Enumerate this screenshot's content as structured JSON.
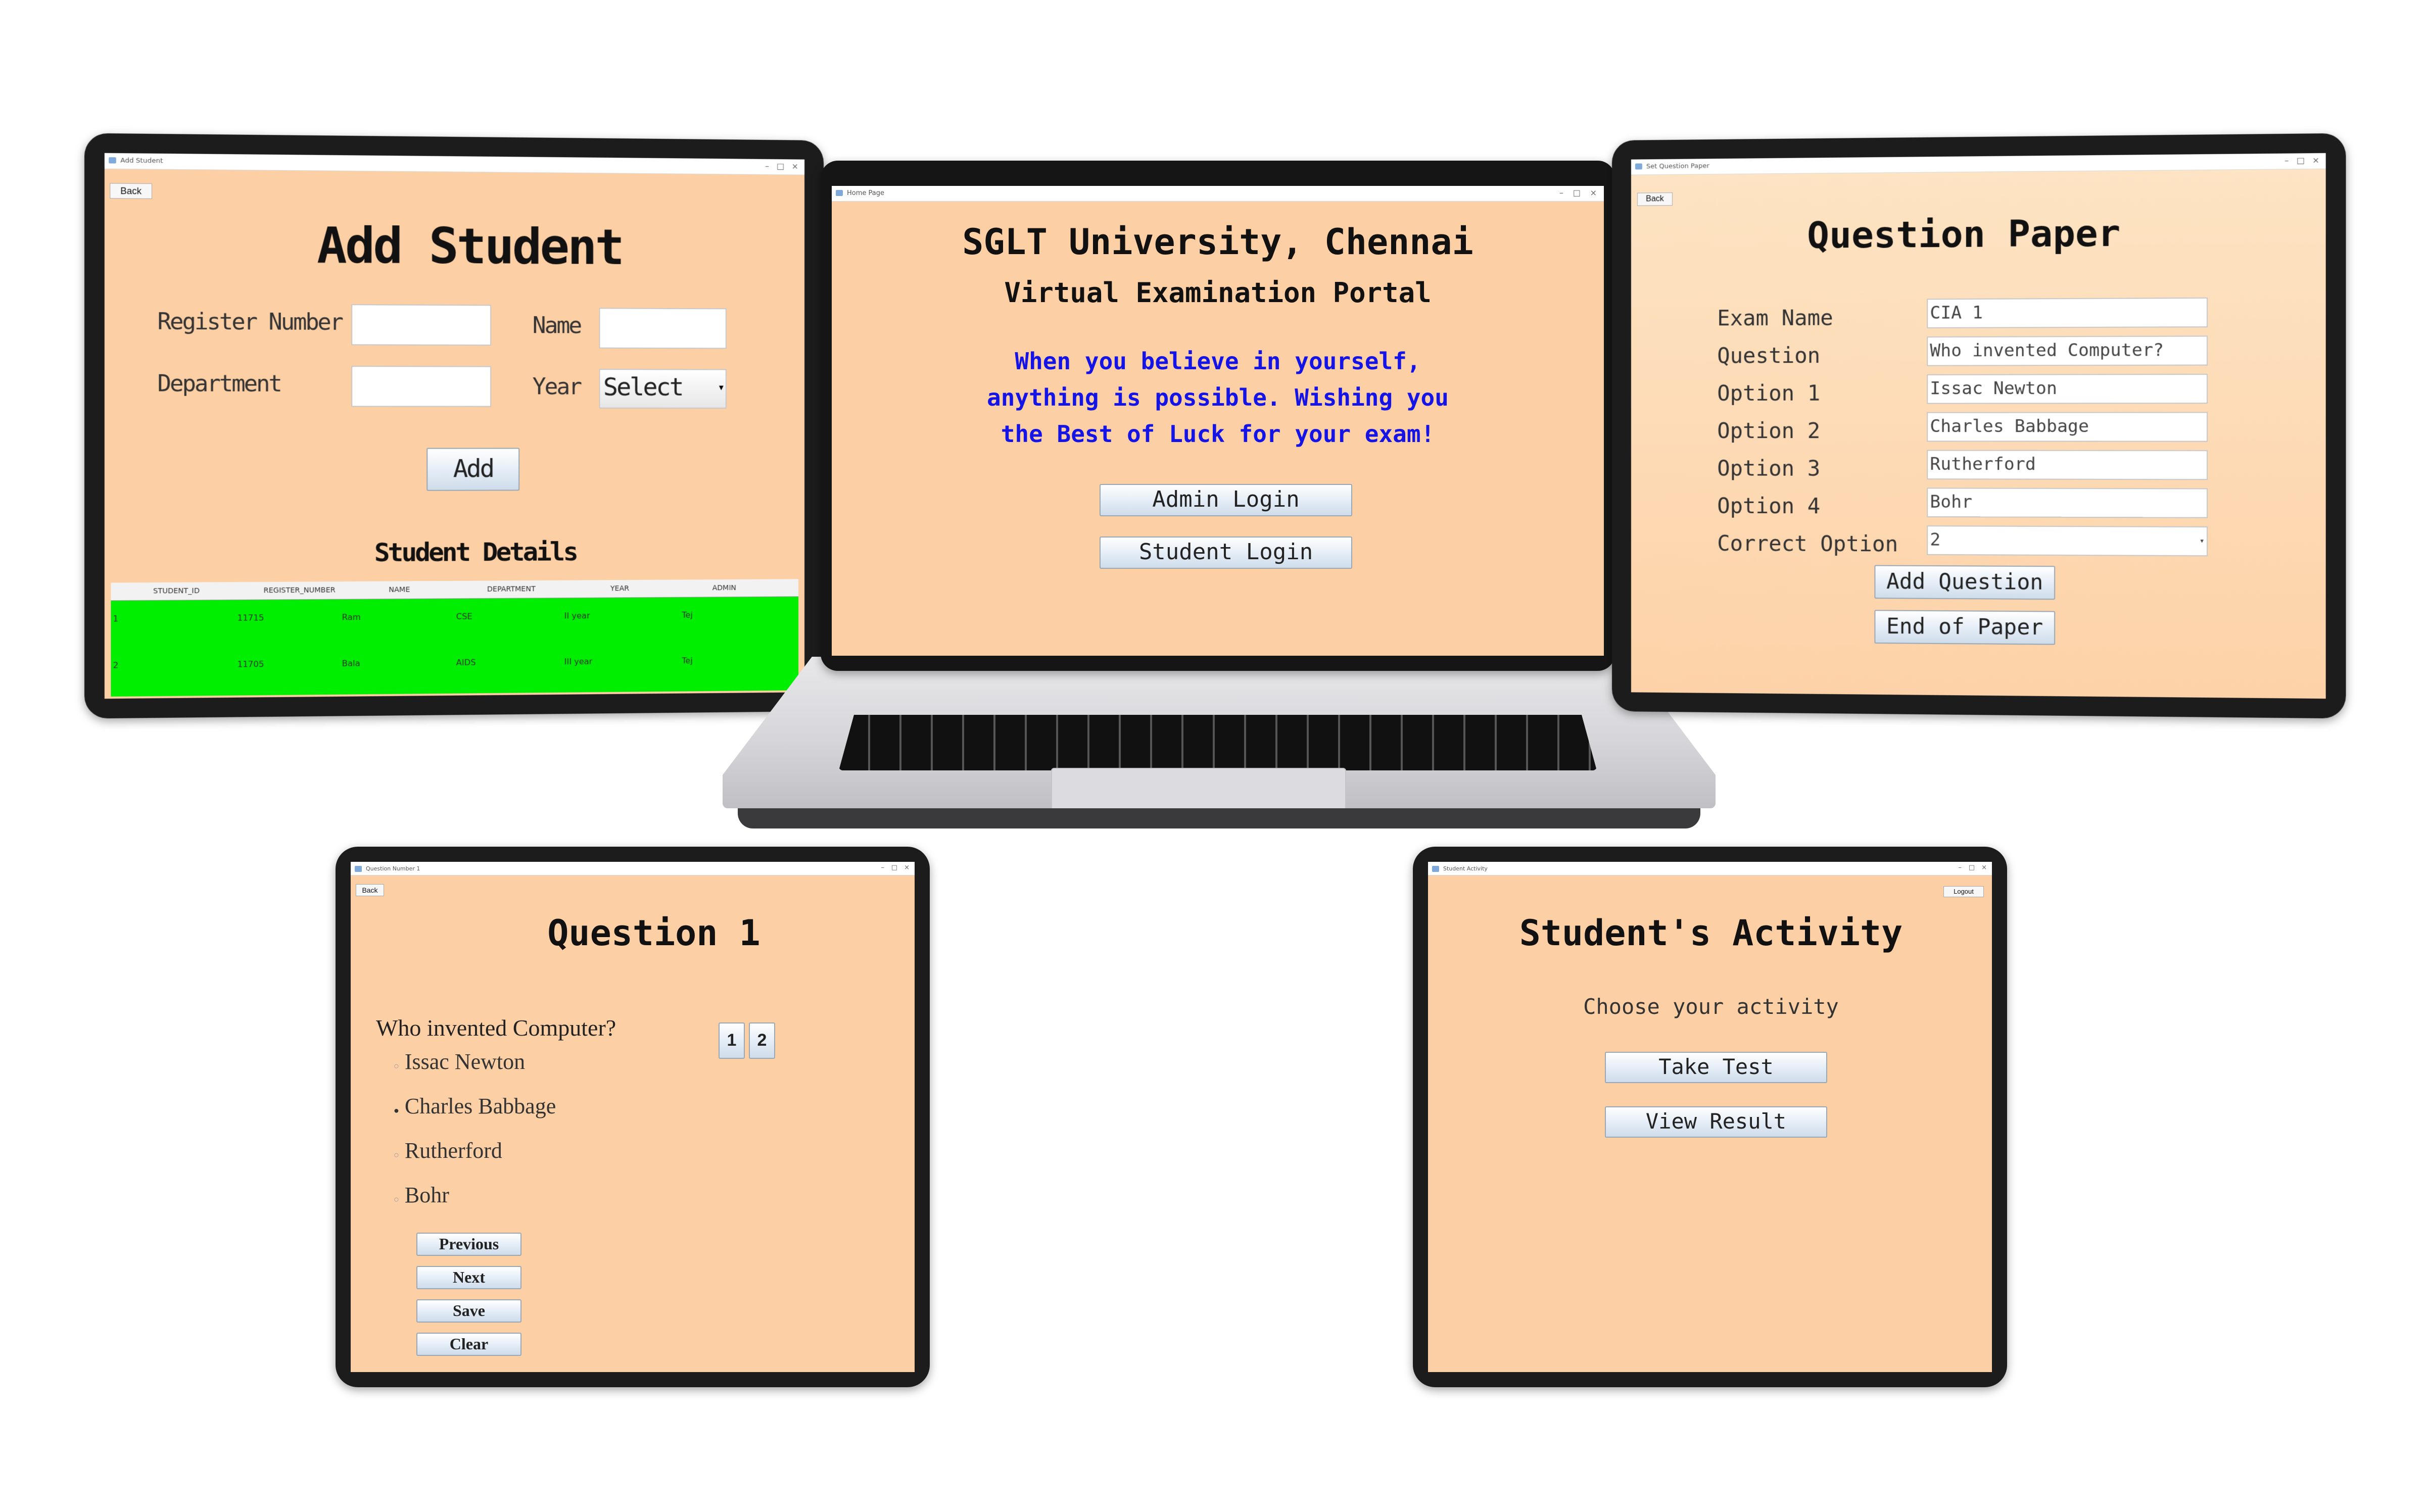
{
  "home": {
    "window_title": "Home Page",
    "university": "SGLT University, Chennai",
    "portal": "Virtual Examination Portal",
    "quote_lines": [
      "When you believe in yourself,",
      "anything is possible. Wishing you",
      "the Best of Luck for your exam!"
    ],
    "admin_login": "Admin Login",
    "student_login": "Student Login"
  },
  "add_student": {
    "window_title": "Add Student",
    "back": "Back",
    "title": "Add Student",
    "register_label": "Register Number",
    "name_label": "Name",
    "department_label": "Department",
    "year_label": "Year",
    "year_value": "Select",
    "add_button": "Add",
    "details_title": "Student Details",
    "table_headers": [
      "STUDENT_ID",
      "REGISTER_NUMBER",
      "NAME",
      "DEPARTMENT",
      "YEAR",
      "ADMIN"
    ],
    "table_rows": [
      [
        "1",
        "11715",
        "Ram",
        "CSE",
        "II year",
        "Tej"
      ],
      [
        "2",
        "11705",
        "Bala",
        "AIDS",
        "III year",
        "Tej"
      ]
    ],
    "row_color": "#00ee00"
  },
  "question_paper": {
    "window_title": "Set Question Paper",
    "back": "Back",
    "title": "Question Paper",
    "labels": [
      "Exam Name",
      "Question",
      "Option 1",
      "Option 2",
      "Option 3",
      "Option 4",
      "Correct Option"
    ],
    "values": [
      "CIA 1",
      "Who invented Computer?",
      "Issac Newton",
      "Charles Babbage",
      "Rutherford",
      "Bohr",
      "2"
    ],
    "add_question": "Add Question",
    "end_of_paper": "End of Paper"
  },
  "question": {
    "window_title": "Question Number 1",
    "back": "Back",
    "title": "Question 1",
    "question_text": "Who invented Computer?",
    "options": [
      "Issac Newton",
      "Charles Babbage",
      "Rutherford",
      "Bohr"
    ],
    "selected_index": 1,
    "nav_numbers": [
      "1",
      "2"
    ],
    "buttons": [
      "Previous",
      "Next",
      "Save",
      "Clear"
    ]
  },
  "activity": {
    "window_title": "Student Activity",
    "logout": "Logout",
    "title": "Student's Activity",
    "subtitle": "Choose your activity",
    "take_test": "Take Test",
    "view_result": "View Result"
  }
}
